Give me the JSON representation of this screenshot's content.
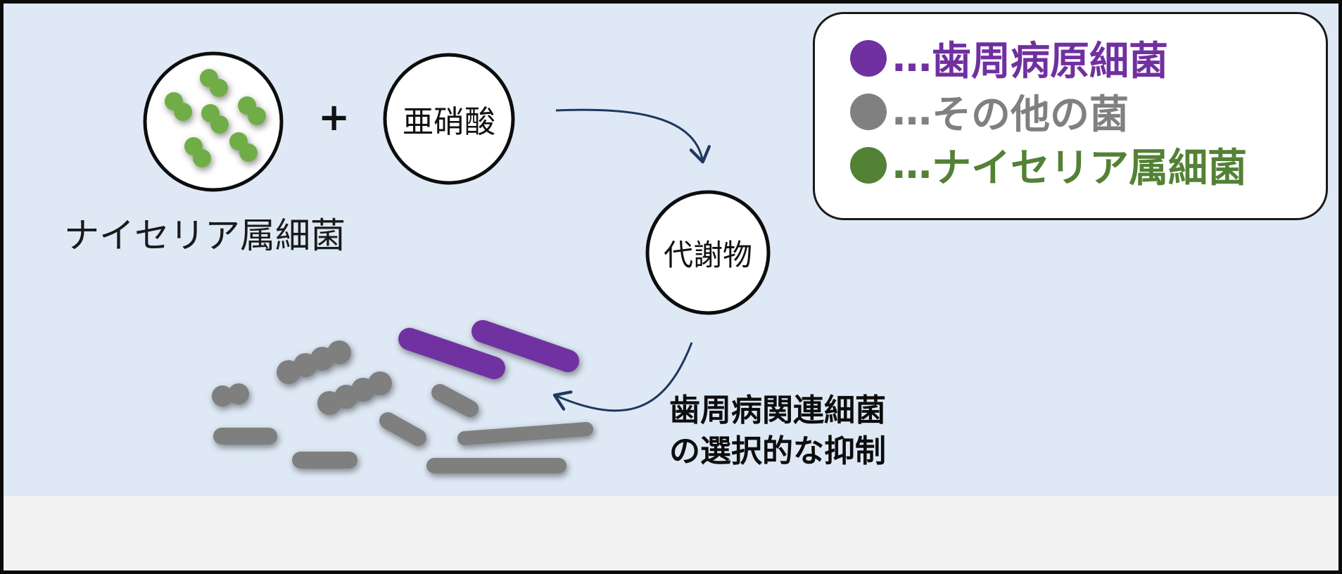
{
  "labels": {
    "neisseria_caption": "ナイセリア属細菌",
    "plus": "+",
    "nitrite": "亜硝酸",
    "metabolite": "代謝物",
    "effect_line1": "歯周病関連細菌",
    "effect_line2": "の選択的な抑制"
  },
  "legend": [
    {
      "prefix": "…",
      "label": "歯周病原細菌",
      "color": "#7030a0"
    },
    {
      "prefix": "…",
      "label": "その他の菌",
      "color": "#808080"
    },
    {
      "prefix": "…",
      "label": "ナイセリア属細菌",
      "color": "#538135"
    }
  ],
  "colors": {
    "panel_bg": "#dee9f5",
    "neisseria_green": "#70ad47",
    "arrow": "#1f3860",
    "other_gray": "#7f7f7f",
    "pathogen_purple": "#7030a0"
  },
  "icons": [
    "diplococcus-icon",
    "curved-arrow-icon",
    "rod-bacterium-icon",
    "streptococcus-chain-icon"
  ]
}
